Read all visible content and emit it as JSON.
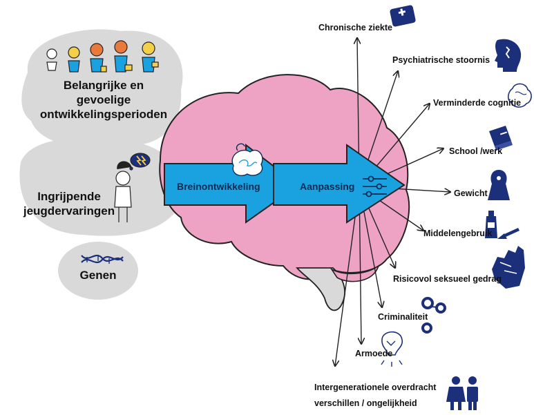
{
  "left_bubbles": {
    "periods": {
      "line1": "Belangrijke en",
      "line2": "gevoelige",
      "line3": "ontwikkelingsperioden"
    },
    "experiences": {
      "line1": "Ingrijpende",
      "line2": "jeugdervaringen"
    },
    "genes": {
      "label": "Genen"
    }
  },
  "flow": {
    "arrow1_label": "Breinontwikkeling",
    "arrow2_label": "Aanpassing"
  },
  "outcomes": [
    {
      "label": "Chronische ziekte",
      "icon": "medical-kit-icon"
    },
    {
      "label": "Psychiatrische stoornis",
      "icon": "head-profile-icon"
    },
    {
      "label": "Verminderde cognitie",
      "icon": "brain-icon"
    },
    {
      "label": "School /werk",
      "icon": "book-icon"
    },
    {
      "label": "Gewicht",
      "icon": "weight-icon"
    },
    {
      "label": "Middelengebruik",
      "icon": "bottle-syringe-icon"
    },
    {
      "label": "Risicovol seksueel gedrag",
      "icon": "hand-icon"
    },
    {
      "label": "Criminaliteit",
      "icon": "handcuffs-icon"
    },
    {
      "label": "Armoede",
      "icon": "lightbulb-icon"
    }
  ],
  "intergenerational": {
    "line1": "Intergenerationele overdracht",
    "line2": "verschillen / ongelijkheid",
    "icon": "people-icon"
  },
  "colors": {
    "bubble": "#d9d9d9",
    "brain": "#eea3c4",
    "brain_outline": "#222222",
    "arrow_fill": "#1aa2e0",
    "icon": "#1c2f7a"
  }
}
